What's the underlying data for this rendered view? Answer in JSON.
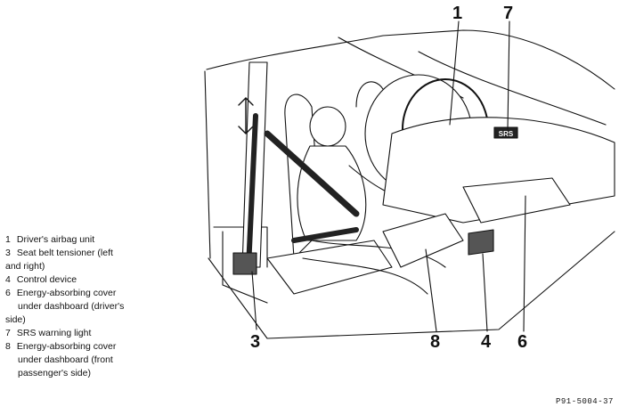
{
  "legend": [
    {
      "number": "1",
      "text": "Driver's airbag unit"
    },
    {
      "number": "3",
      "text": "Seat belt tensioner (left",
      "cont": "and right)"
    },
    {
      "number": "4",
      "text": "Control device"
    },
    {
      "number": "6",
      "text": "Energy-absorbing cover",
      "cont": "under dashboard (driver's",
      "tail": "side)"
    },
    {
      "number": "7",
      "text": "SRS warning light"
    },
    {
      "number": "8",
      "text": "Energy-absorbing cover",
      "cont": "under dashboard (front",
      "tail": "passenger's side)"
    }
  ],
  "callouts": {
    "c1": "1",
    "c7": "7",
    "c3": "3",
    "c8": "8",
    "c4": "4",
    "c6": "6"
  },
  "reference_code": "P91-5004-37",
  "srs_badge": "SRS",
  "colors": {
    "line": "#111111",
    "shade": "#555555",
    "fill": "#ffffff"
  }
}
